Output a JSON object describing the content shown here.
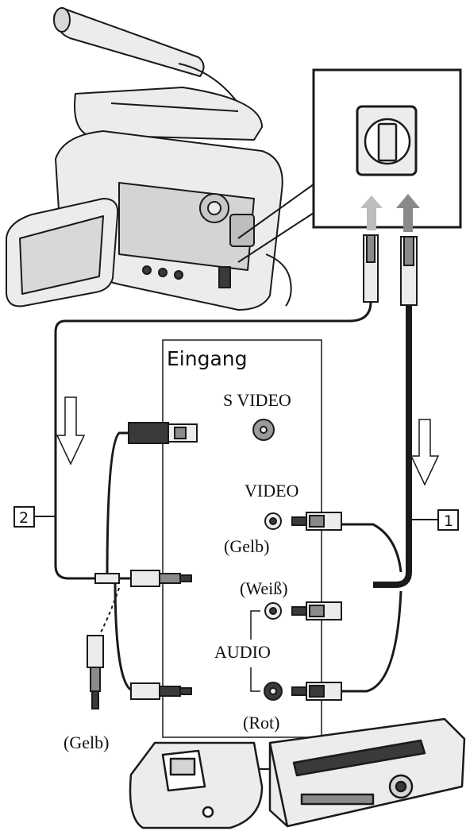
{
  "labels": {
    "input_heading": "Eingang",
    "s_video": "S VIDEO",
    "video": "VIDEO",
    "yellow_video": "(Gelb)",
    "white": "(Weiß)",
    "audio": "AUDIO",
    "red": "(Rot)",
    "yellow_plug": "(Gelb)"
  },
  "callouts": {
    "cable_1": "1",
    "cable_2": "2"
  },
  "colors": {
    "line": "#1a1a1a",
    "fill_light": "#ececec",
    "fill_mid": "#c8c8c8",
    "fill_dark": "#3a3a3a",
    "arrow_dark": "#8a8a8a",
    "arrow_light": "#bdbdbd"
  }
}
